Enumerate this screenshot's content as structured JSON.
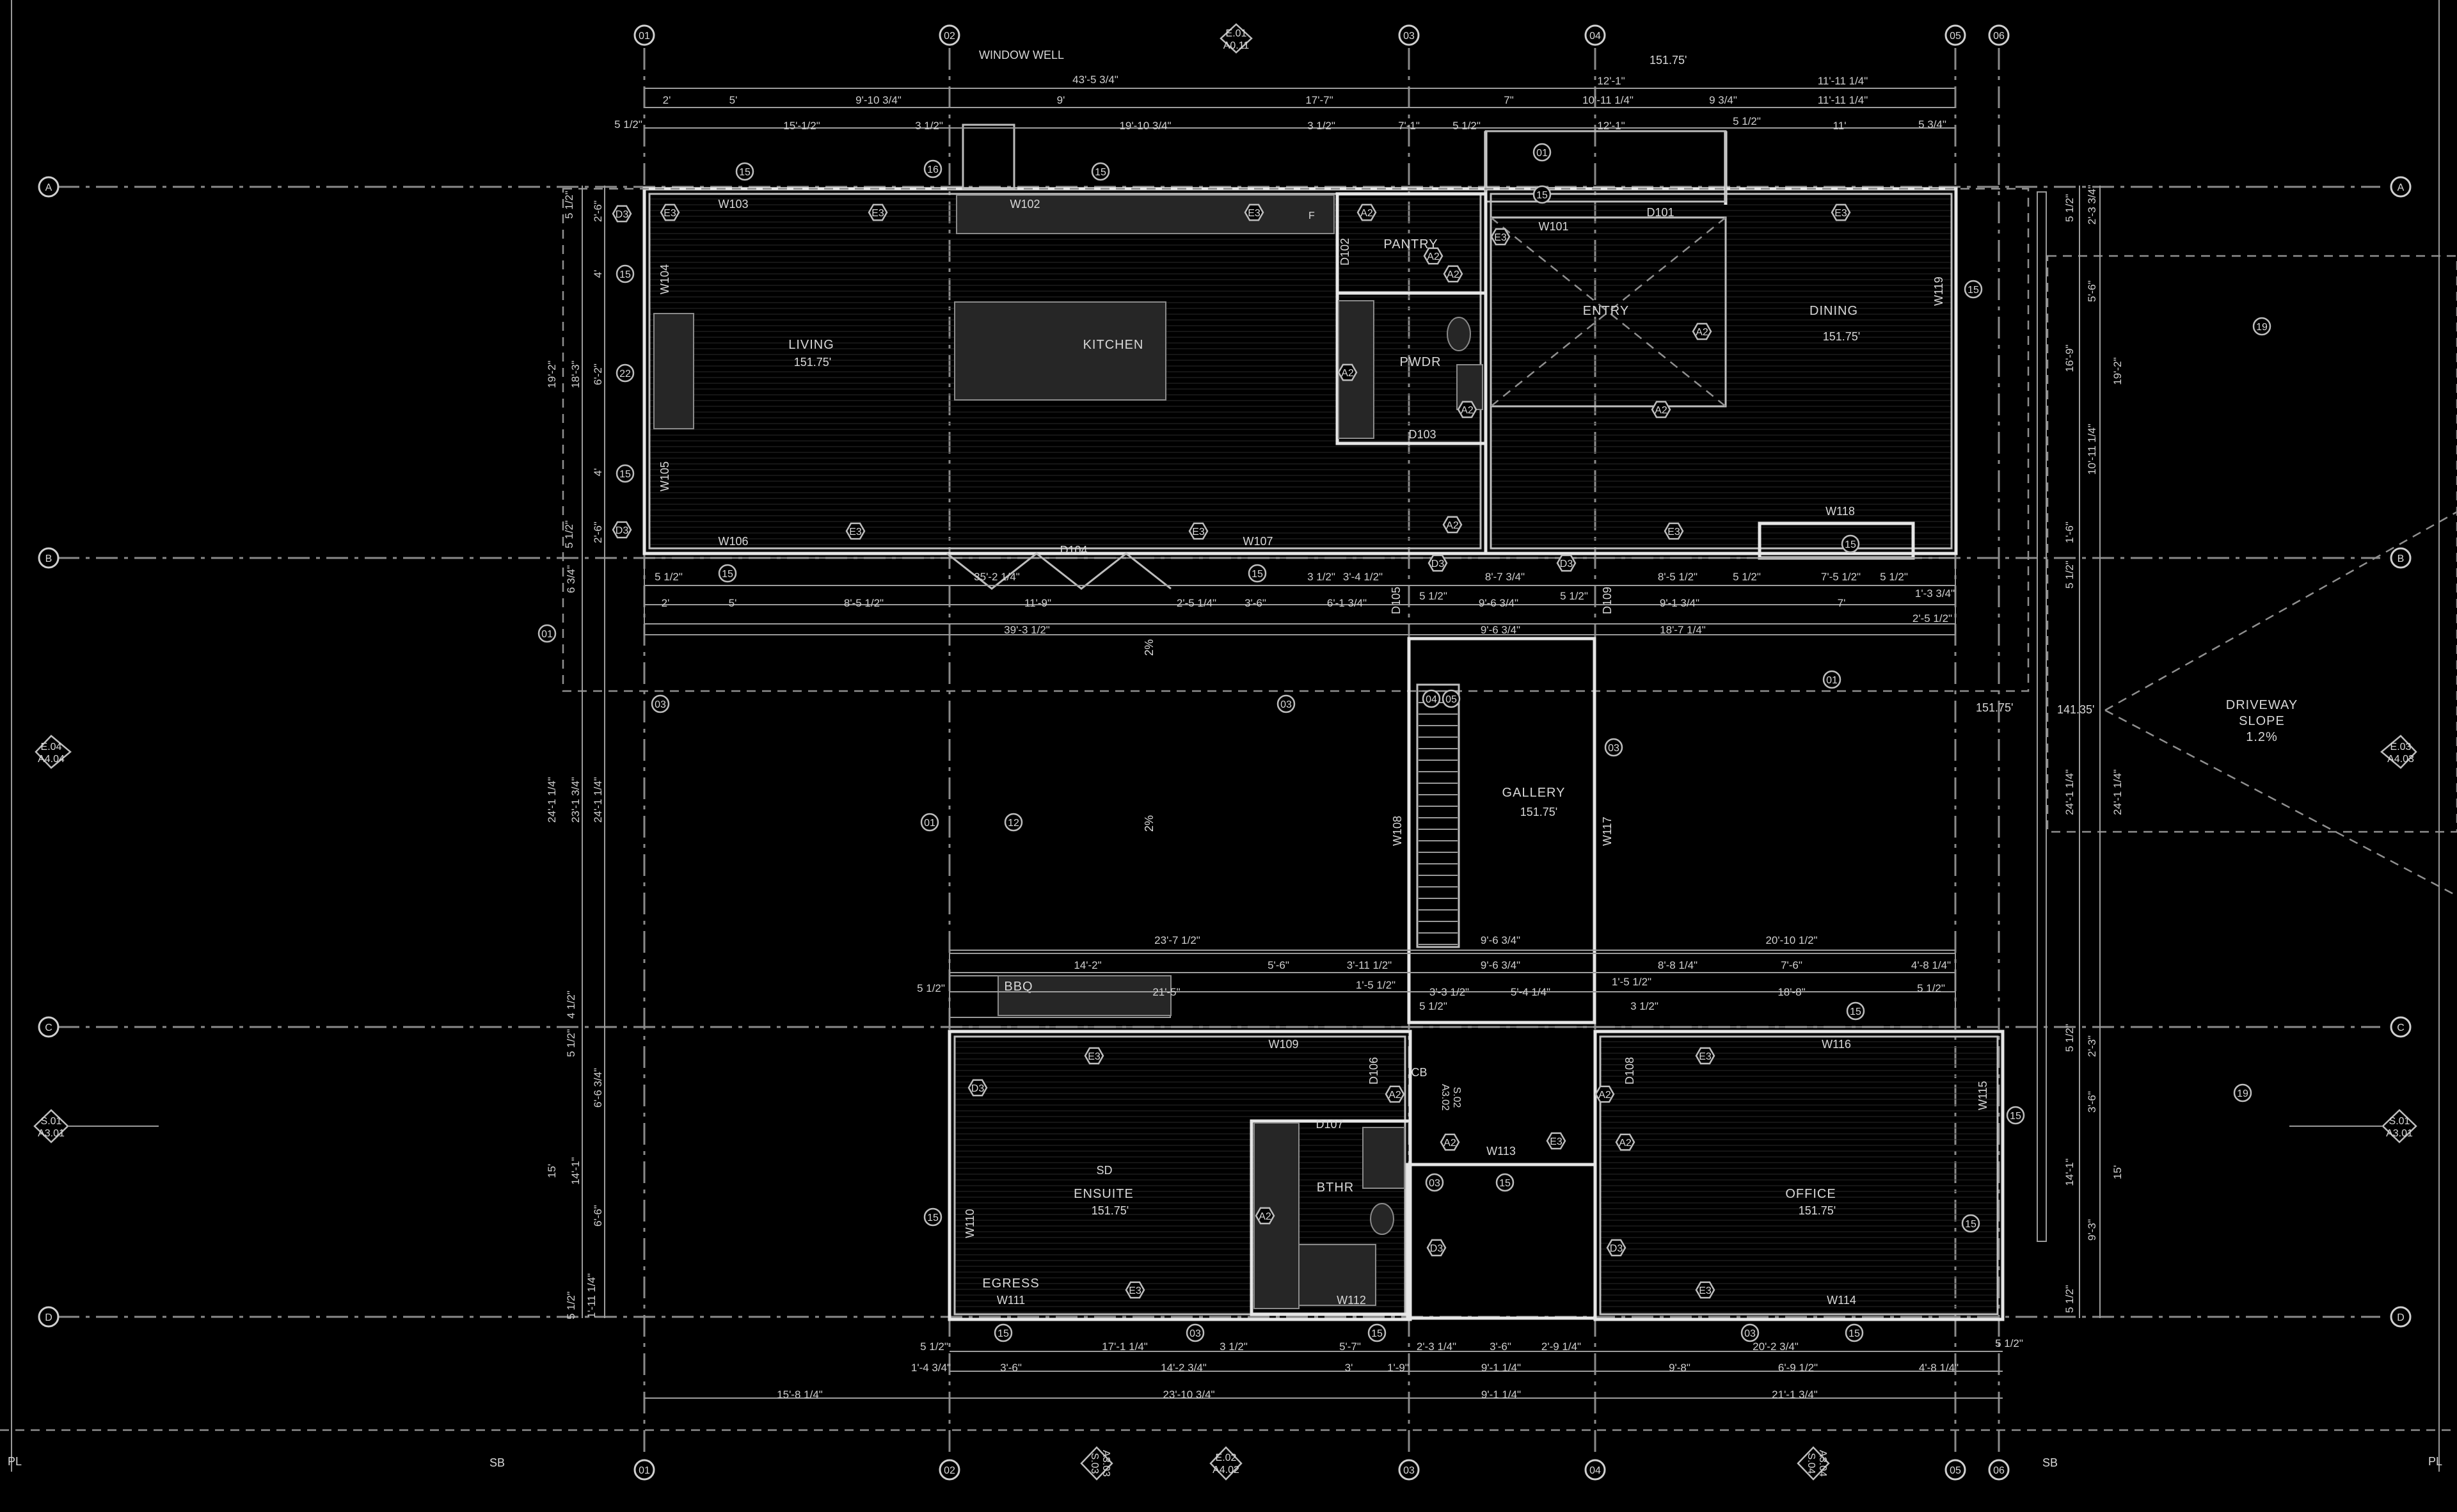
{
  "grid": {
    "columns": [
      "01",
      "02",
      "03",
      "04",
      "05",
      "06"
    ],
    "rows": [
      "A",
      "B",
      "C",
      "D"
    ]
  },
  "rooms": {
    "living": {
      "name": "LIVING",
      "elev": "151.75'"
    },
    "kitchen": {
      "name": "KITCHEN"
    },
    "pantry": {
      "name": "PANTRY"
    },
    "pwdr": {
      "name": "PWDR"
    },
    "entry": {
      "name": "ENTRY"
    },
    "dining": {
      "name": "DINING",
      "elev": "151.75'"
    },
    "gallery": {
      "name": "GALLERY",
      "elev": "151.75'"
    },
    "ensuite": {
      "name": "ENSUITE",
      "elev": "151.75'"
    },
    "bthr": {
      "name": "BTHR"
    },
    "office": {
      "name": "OFFICE",
      "elev": "151.75'"
    },
    "bbq": {
      "name": "BBQ"
    },
    "egress": {
      "name": "EGRESS"
    }
  },
  "notes": {
    "window_well": "WINDOW WELL",
    "driveway_1": "DRIVEWAY",
    "driveway_2": "SLOPE",
    "driveway_3": "1.2%",
    "elev_top": "151.75'",
    "elev_patio": "151.75'",
    "elev_drive": "141.35'",
    "slope_1": "2%",
    "slope_2": "2%",
    "pl_left": "PL",
    "pl_right": "PL",
    "sb_left": "SB",
    "sb_right": "SB",
    "cb": "CB",
    "sd": "SD",
    "f": "F"
  },
  "doors": {
    "d101": "D101",
    "d102": "D102",
    "d103": "D103",
    "d104": "D104",
    "d105": "D105",
    "d106": "D106",
    "d107": "D107",
    "d108": "D108",
    "d109": "D109"
  },
  "windows": {
    "w101": "W101",
    "w102": "W102",
    "w103": "W103",
    "w104": "W104",
    "w105": "W105",
    "w106": "W106",
    "w107": "W107",
    "w108": "W108",
    "w109": "W109",
    "w110": "W110",
    "w111": "W111",
    "w112": "W112",
    "w113": "W113",
    "w114": "W114",
    "w115": "W115",
    "w116": "W116",
    "w117": "W117",
    "w118": "W118",
    "w119": "W119"
  },
  "sections": {
    "e01": [
      "E.01",
      "A0.11"
    ],
    "e02": [
      "E.02",
      "A4.02"
    ],
    "e03": [
      "E.03",
      "A4.03"
    ],
    "e04": [
      "E.04",
      "A4.04"
    ],
    "s01l": [
      "S.01",
      "A3.01"
    ],
    "s01r": [
      "S.01",
      "A3.01"
    ],
    "s03": [
      "S.03",
      "A3.03"
    ],
    "s04": [
      "S.04",
      "A3.04"
    ],
    "s02": [
      "S.02",
      "A3.02"
    ]
  },
  "keynotes": {
    "k01": "01",
    "k03": "03",
    "k04": "04",
    "k05": "05",
    "k12": "12",
    "k15": "15",
    "k16": "16",
    "k19": "19",
    "k22": "22",
    "a2": "A2",
    "e3": "E3",
    "d3": "D3"
  },
  "dims": {
    "top_overall": "43'-5 3/4\"",
    "top_1": "2'",
    "top_2": "5'",
    "top_3": "9'-10 3/4\"",
    "top_4": "9'",
    "top_5": "17'-7\"",
    "top_6": "7\"",
    "top_7": "10'-11 1/4\"",
    "top_8": "9 3/4\"",
    "top_9": "11'-11 1/4\"",
    "top_10": "12'-1\"",
    "top_11": "11'-11 1/4\"",
    "top_12": "5 1/2\"",
    "top_13": "15'-1/2\"",
    "top_14": "3 1/2\"",
    "top_15": "19'-10 3/4\"",
    "top_16": "3 1/2\"",
    "top_17": "7'-1\"",
    "top_18": "5 1/2\"",
    "top_19": "12'-1\"",
    "top_20": "5 1/2\"",
    "top_21": "11'",
    "top_22": "5 3/4\"",
    "mid_1": "5 1/2\"",
    "mid_2": "35'-2 1/4\"",
    "mid_3": "3 1/2\"",
    "mid_4": "3'-4 1/2\"",
    "mid_5": "8'-7 3/4\"",
    "mid_6": "8'-5 1/2\"",
    "mid_7": "5 1/2\"",
    "mid_8": "7'-5 1/2\"",
    "mid_9": "5 1/2\"",
    "mid_10": "2'",
    "mid_11": "5'",
    "mid_12": "8'-5 1/2\"",
    "mid_13": "11'-9\"",
    "mid_14": "2'-5 1/4\"",
    "mid_15": "3'-6\"",
    "mid_16": "6'-1 3/4\"",
    "mid_17": "5 1/2\"",
    "mid_18": "9'-6 3/4\"",
    "mid_19": "5 1/2\"",
    "mid_20": "9'-1 3/4\"",
    "mid_21": "7'",
    "mid_22": "1'-3 3/4\"",
    "mid_23": "39'-3 1/2\"",
    "mid_24": "9'-6 3/4\"",
    "mid_25": "18'-7 1/4\"",
    "mid_26": "2'-5 1/2\"",
    "low_1": "23'-7 1/2\"",
    "low_2": "9'-6 3/4\"",
    "low_3": "20'-10 1/2\"",
    "low_4": "14'-2\"",
    "low_5": "5'-6\"",
    "low_6": "3'-11 1/2\"",
    "low_7": "9'-6 3/4\"",
    "low_8": "8'-8 1/4\"",
    "low_9": "7'-6\"",
    "low_10": "4'-8 1/4\"",
    "low_11": "5 1/2\"",
    "low_12": "21'-5\"",
    "low_13": "1'-5 1/2\"",
    "low_14": "3'-3 1/2\"",
    "low_15": "5'-4 1/4\"",
    "low_16": "1'-5 1/2\"",
    "low_17": "18'-8\"",
    "low_18": "5 1/2\"",
    "low_19": "5 1/2\"",
    "low_20": "3 1/2\"",
    "bot_1": "5 1/2\"",
    "bot_2": "17'-1 1/4\"",
    "bot_3": "3 1/2\"",
    "bot_4": "5'-7\"",
    "bot_5": "2'-3 1/4\"",
    "bot_6": "3'-6\"",
    "bot_7": "2'-9 1/4\"",
    "bot_8": "20'-2 3/4\"",
    "bot_9": "5 1/2\"",
    "bot_10": "1'-4 3/4\"",
    "bot_11": "3'-6\"",
    "bot_12": "14'-2 3/4\"",
    "bot_13": "3'",
    "bot_14": "1'-9\"",
    "bot_15": "9'-1 1/4\"",
    "bot_16": "9'-8\"",
    "bot_17": "6'-9 1/2\"",
    "bot_18": "4'-8 1/4\"",
    "bot_19": "23'-10 3/4\"",
    "bot_20": "9'-1 1/4\"",
    "bot_21": "21'-1 3/4\"",
    "bot_22": "15'-8 1/4\"",
    "l_1": "5 1/2\"",
    "l_2": "2'-6\"",
    "l_3": "4'",
    "l_4": "6'-2\"",
    "l_5": "4'",
    "l_6": "2'-6\"",
    "l_7": "5 1/2\"",
    "l_8": "18'-3\"",
    "l_9": "19'-2\"",
    "l_10": "6 3/4\"",
    "l_11": "24'-1 1/4\"",
    "l_12": "23'-1 3/4\"",
    "l_13": "24'-1 1/4\"",
    "l_14": "4 1/2\"",
    "l_15": "5 1/2\"",
    "l_16": "6'-6 3/4\"",
    "l_17": "14'-1\"",
    "l_18": "15'",
    "l_19": "6'-6\"",
    "l_20": "1'-11 1/4\"",
    "l_21": "5 1/2\"",
    "r_1": "5 1/2\"",
    "r_2": "2'-3 3/4\"",
    "r_3": "5'-6\"",
    "r_4": "16'-9\"",
    "r_5": "19'-2\"",
    "r_6": "10'-11 1/4\"",
    "r_7": "1'-6\"",
    "r_8": "5 1/2\"",
    "r_9": "24'-1 1/4\"",
    "r_10": "24'-1 1/4\"",
    "r_11": "5 1/2\"",
    "r_12": "2'-3\"",
    "r_13": "3'-6\"",
    "r_14": "14'-1\"",
    "r_15": "15'",
    "r_16": "9'-3\"",
    "r_17": "5 1/2\""
  }
}
